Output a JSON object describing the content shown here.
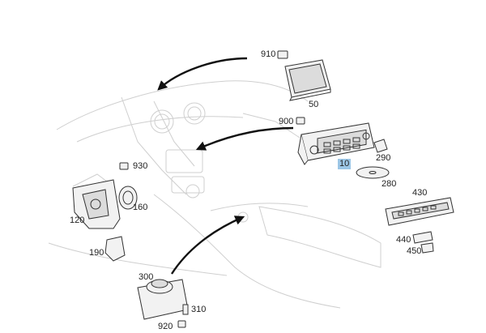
{
  "callouts": {
    "c910": "910",
    "c50": "50",
    "c900": "900",
    "c290": "290",
    "c10": "10",
    "c280": "280",
    "c430": "430",
    "c440": "440",
    "c450": "450",
    "c930": "930",
    "c120": "120",
    "c160": "160",
    "c190": "190",
    "c300": "300",
    "c310": "310",
    "c920": "920"
  },
  "highlight_color": "#9cc6e6"
}
